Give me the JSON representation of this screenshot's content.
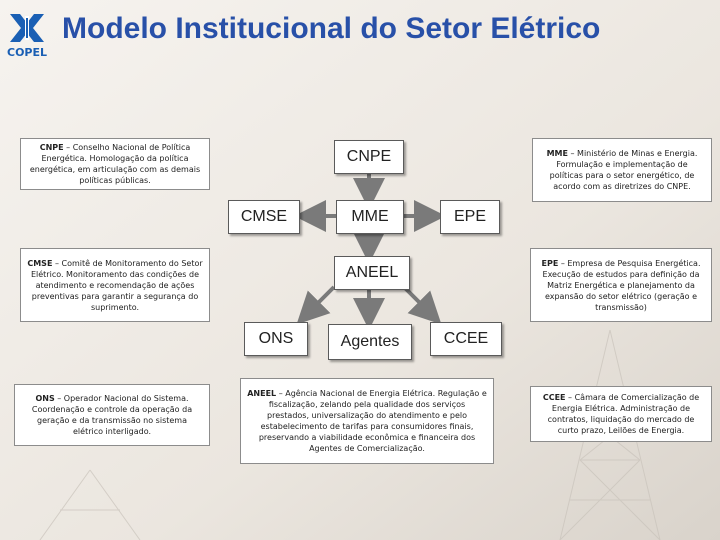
{
  "header": {
    "title": "Modelo Institucional do Setor Elétrico",
    "logo_text": "COPEL"
  },
  "colors": {
    "title": "#2850a8",
    "logo": "#1a5fb4",
    "arrow": "#7a7a7a"
  },
  "nodes": {
    "cnpe": "CNPE",
    "cmse": "CMSE",
    "mme": "MME",
    "epe": "EPE",
    "aneel": "ANEEL",
    "ons": "ONS",
    "agentes": "Agentes",
    "ccee": "CCEE"
  },
  "notes": {
    "cnpe": {
      "abbr": "CNPE",
      "text": " – Conselho Nacional de Política Energética. Homologação da política energética, em articulação com as demais políticas públicas."
    },
    "mme": {
      "abbr": "MME",
      "text": " – Ministério de Minas e Energia. Formulação e implementação de políticas para o setor energético, de acordo com as diretrizes do CNPE."
    },
    "cmse": {
      "abbr": "CMSE",
      "text": " – Comitê de Monitoramento do Setor Elétrico. Monitoramento das condições de atendimento e recomendação de ações preventivas para garantir a segurança do suprimento."
    },
    "epe": {
      "abbr": "EPE",
      "text": " – Empresa de Pesquisa Energética. Execução de estudos para definição da Matriz Energética e planejamento da expansão do setor elétrico (geração e transmissão)"
    },
    "ons": {
      "abbr": "ONS",
      "text": " – Operador Nacional do Sistema. Coordenação e controle da operação da geração e da transmissão no sistema elétrico interligado."
    },
    "aneel": {
      "abbr": "ANEEL",
      "text": " – Agência Nacional de Energia Elétrica. Regulação e fiscalização, zelando pela qualidade dos serviços prestados, universalização do atendimento e pelo estabelecimento de tarifas para consumidores finais, preservando a viabilidade econômica e financeira dos Agentes de Comercialização."
    },
    "ccee": {
      "abbr": "CCEE",
      "text": " – Câmara de Comercialização de Energia Elétrica. Administração de contratos, liquidação do mercado de curto prazo, Leilões de Energia."
    }
  }
}
